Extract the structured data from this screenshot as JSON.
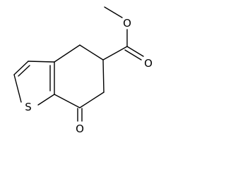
{
  "molecule": {
    "atoms": {
      "sulfur": "S",
      "ketone_oxygen": "O",
      "carbonyl_oxygen": "O",
      "ester_oxygen": "O"
    }
  },
  "colors": {
    "bond": "#000000",
    "label": "#000000",
    "background": "#ffffff"
  }
}
